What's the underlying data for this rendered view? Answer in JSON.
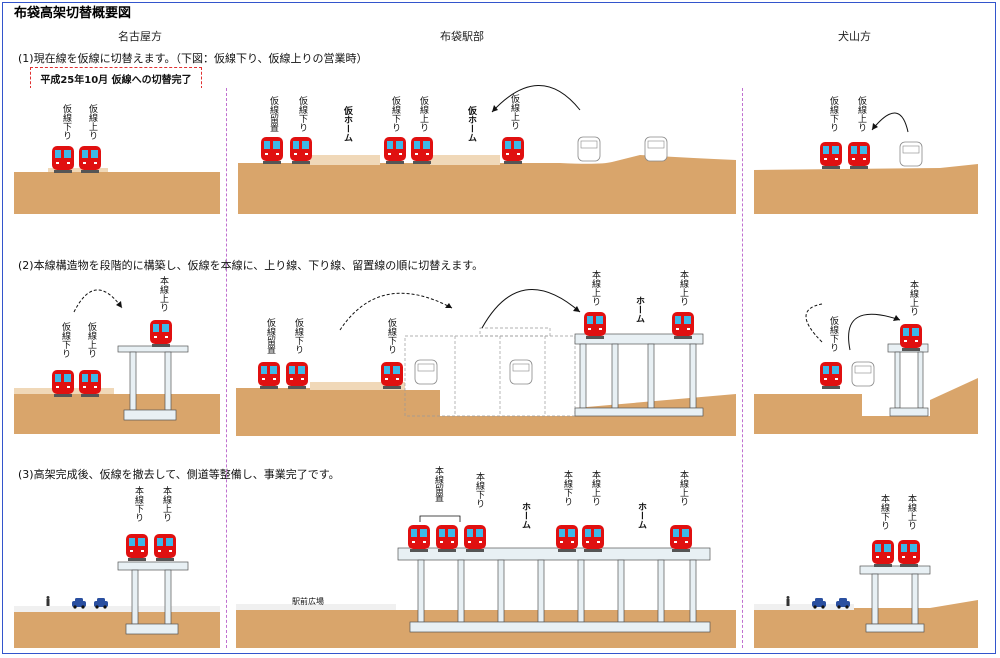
{
  "title": "布袋高架切替概要図",
  "columns": {
    "left": "名古屋方",
    "center": "布袋駅部",
    "right": "犬山方"
  },
  "steps": [
    "(1)現在線を仮線に切替えます。（下図：仮線下り、仮線上りの営業時）",
    "(2)本線構造物を段階的に構築し、仮線を本線に、上り線、下り線、留置線の順に切替えます。",
    "(3)高架完成後、仮線を撤去して、側道等整備し、事業完了です。"
  ],
  "notice": "平成25年10月 仮線への切替完了",
  "labels": {
    "kasen_kudari": "仮線下り",
    "kasen_nobori": "仮線上り",
    "kasen_ryuchi": "仮線留置",
    "kari_home": "仮ホーム",
    "hon_kudari": "本線下り",
    "hon_nobori": "本線上り",
    "hon_ryuchi": "本線留置",
    "home": "ホーム",
    "ekimae": "駅前広場"
  },
  "colors": {
    "ground": "#d9a56b",
    "platform": "#f0d8b8",
    "train": "#e01010",
    "frame": "#3355cc",
    "separator": "#c070d0",
    "notice_border": "#e03030",
    "structure": "#e8f0f4"
  }
}
